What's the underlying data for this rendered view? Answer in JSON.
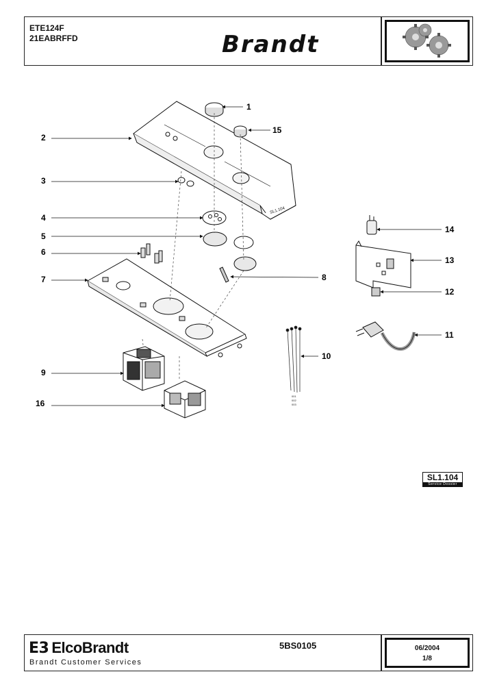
{
  "header": {
    "model_code": "ETE124F",
    "model_ref": "21EABRFFD",
    "brand": "Brandt"
  },
  "diagram": {
    "callouts": [
      "1",
      "2",
      "3",
      "4",
      "5",
      "6",
      "7",
      "8",
      "9",
      "10",
      "11",
      "12",
      "13",
      "14",
      "15",
      "16"
    ],
    "panel_stamp": "SL1.104",
    "wire_tags": [
      "001",
      "002",
      "003"
    ]
  },
  "badge": {
    "code": "SL1.104",
    "caption": "Service Dossier"
  },
  "footer": {
    "company": "ElcoBrandt",
    "logo_mark": "E3",
    "service_line": "Brandt Customer Services",
    "doc_number": "5BS0105",
    "date": "06/2004",
    "page": "1/8"
  }
}
